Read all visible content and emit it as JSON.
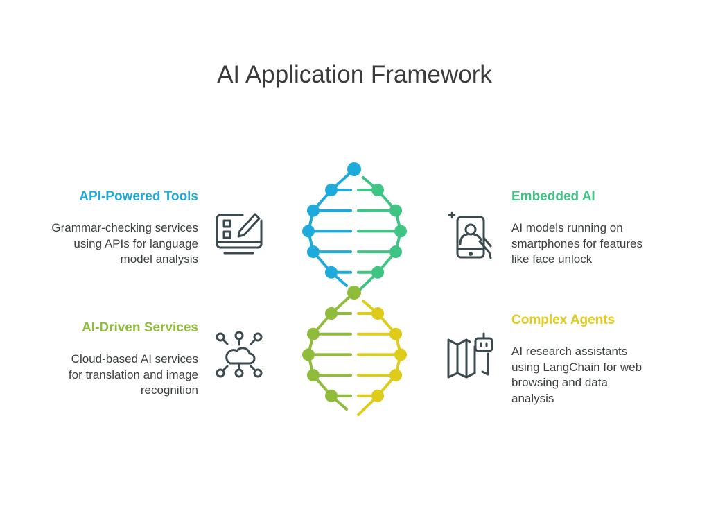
{
  "title": "AI Application Framework",
  "colors": {
    "blue": "#1EAADB",
    "green": "#3EC483",
    "olive": "#8FBC3A",
    "yellow": "#DFCB1A",
    "icon": "#3b4a4f"
  },
  "items": [
    {
      "heading": "API-Powered Tools",
      "description": "Grammar-checking services using APIs for language model analysis",
      "icon": "monitor-pencil-icon"
    },
    {
      "heading": "Embedded AI",
      "description": "AI models running on smartphones for features like face unlock",
      "icon": "smartphone-face-icon"
    },
    {
      "heading": "AI-Driven Services",
      "description": "Cloud-based AI services for translation and image recognition",
      "icon": "cloud-network-icon"
    },
    {
      "heading": "Complex Agents",
      "description": "AI research assistants using LangChain for web browsing and data analysis",
      "icon": "map-robot-icon"
    }
  ]
}
